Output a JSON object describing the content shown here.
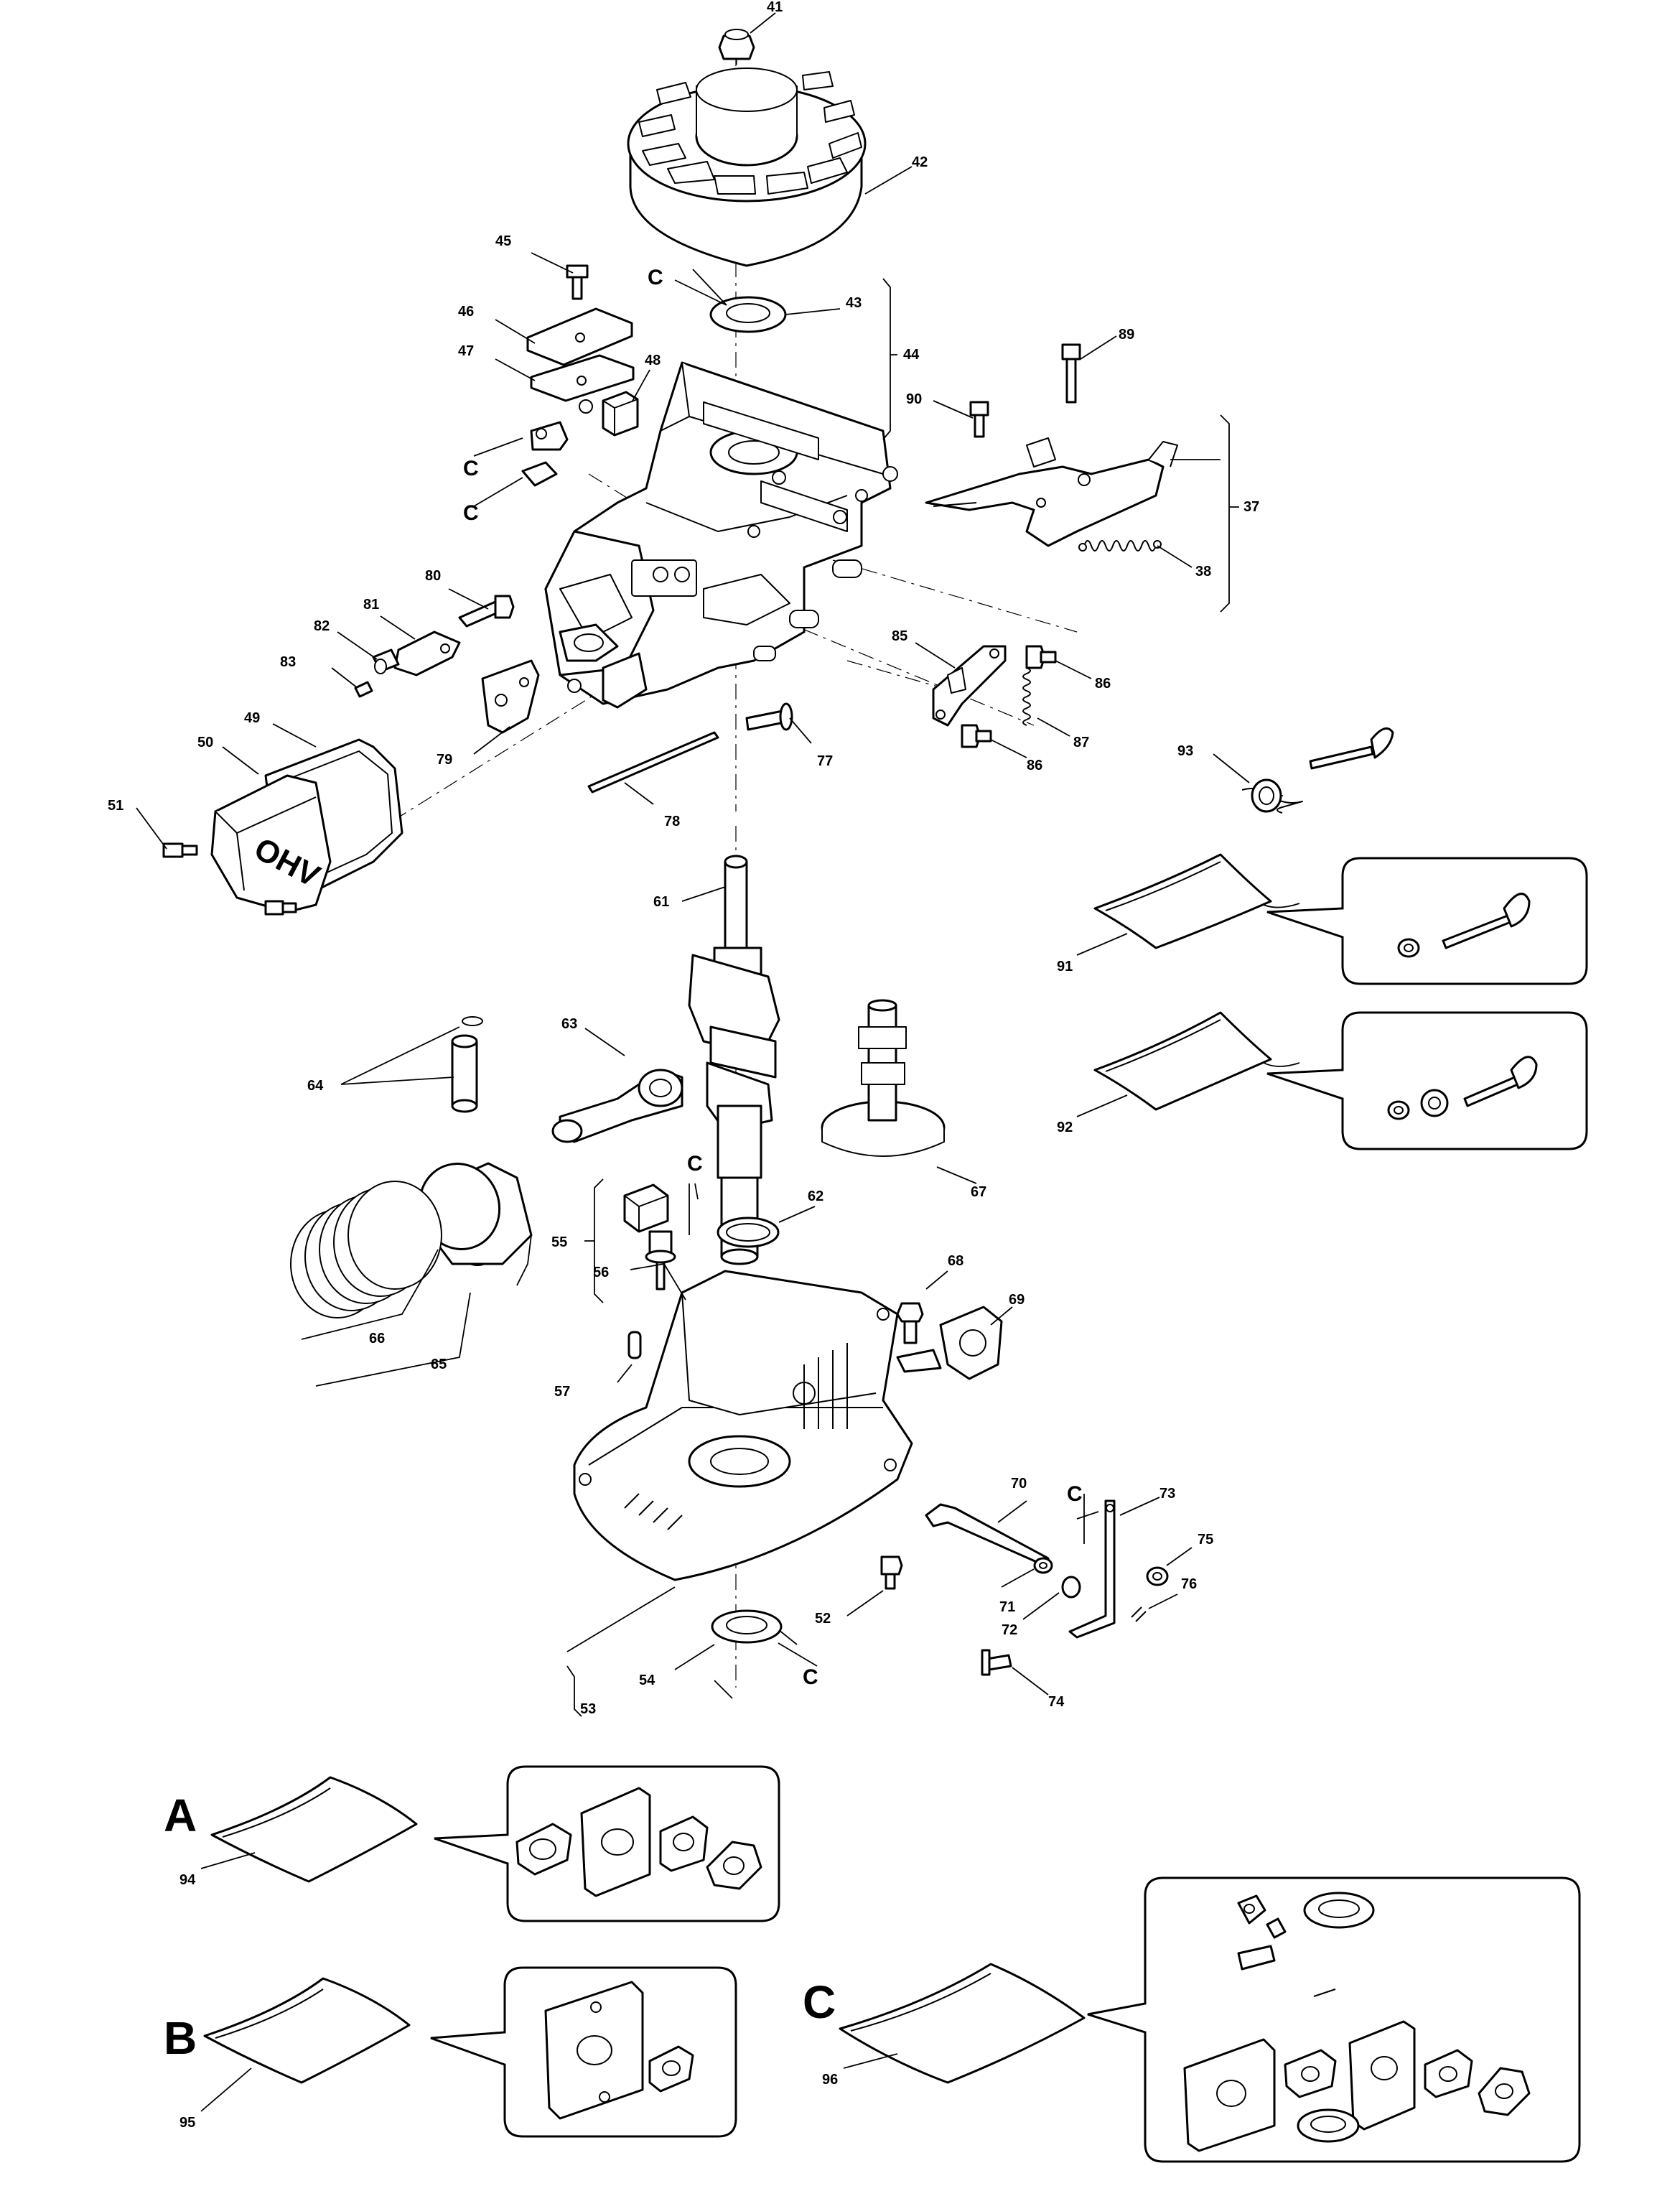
{
  "labels": [
    {
      "id": "41",
      "text": "41"
    },
    {
      "id": "42",
      "text": "42"
    },
    {
      "id": "45",
      "text": "45"
    },
    {
      "id": "43",
      "text": "43"
    },
    {
      "id": "44",
      "text": "44"
    },
    {
      "id": "46",
      "text": "46"
    },
    {
      "id": "47",
      "text": "47"
    },
    {
      "id": "48",
      "text": "48"
    },
    {
      "id": "89",
      "text": "89"
    },
    {
      "id": "90",
      "text": "90"
    },
    {
      "id": "37",
      "text": "37"
    },
    {
      "id": "38",
      "text": "38"
    },
    {
      "id": "80",
      "text": "80"
    },
    {
      "id": "81",
      "text": "81"
    },
    {
      "id": "82",
      "text": "82"
    },
    {
      "id": "83",
      "text": "83"
    },
    {
      "id": "85",
      "text": "85"
    },
    {
      "id": "86a",
      "text": "86"
    },
    {
      "id": "86b",
      "text": "86"
    },
    {
      "id": "87",
      "text": "87"
    },
    {
      "id": "49",
      "text": "49"
    },
    {
      "id": "50",
      "text": "50"
    },
    {
      "id": "51",
      "text": "51"
    },
    {
      "id": "79",
      "text": "79"
    },
    {
      "id": "77",
      "text": "77"
    },
    {
      "id": "78",
      "text": "78"
    },
    {
      "id": "93",
      "text": "93"
    },
    {
      "id": "61",
      "text": "61"
    },
    {
      "id": "91",
      "text": "91"
    },
    {
      "id": "92",
      "text": "92"
    },
    {
      "id": "64",
      "text": "64"
    },
    {
      "id": "63",
      "text": "63"
    },
    {
      "id": "67",
      "text": "67"
    },
    {
      "id": "62",
      "text": "62"
    },
    {
      "id": "55",
      "text": "55"
    },
    {
      "id": "56",
      "text": "56"
    },
    {
      "id": "68",
      "text": "68"
    },
    {
      "id": "69",
      "text": "69"
    },
    {
      "id": "66",
      "text": "66"
    },
    {
      "id": "65",
      "text": "65"
    },
    {
      "id": "57",
      "text": "57"
    },
    {
      "id": "70",
      "text": "70"
    },
    {
      "id": "73",
      "text": "73"
    },
    {
      "id": "75",
      "text": "75"
    },
    {
      "id": "76",
      "text": "76"
    },
    {
      "id": "71",
      "text": "71"
    },
    {
      "id": "72",
      "text": "72"
    },
    {
      "id": "52",
      "text": "52"
    },
    {
      "id": "54",
      "text": "54"
    },
    {
      "id": "53",
      "text": "53"
    },
    {
      "id": "74",
      "text": "74"
    },
    {
      "id": "94",
      "text": "94"
    },
    {
      "id": "95",
      "text": "95"
    },
    {
      "id": "96",
      "text": "96"
    }
  ],
  "kit_markers": [
    {
      "id": "c1",
      "text": "C"
    },
    {
      "id": "c2",
      "text": "C"
    },
    {
      "id": "c3",
      "text": "C"
    },
    {
      "id": "c4",
      "text": "C"
    },
    {
      "id": "c5",
      "text": "C"
    },
    {
      "id": "c6",
      "text": "C"
    }
  ],
  "kits": {
    "a": {
      "letter": "A"
    },
    "b": {
      "letter": "B"
    },
    "c": {
      "letter": "C"
    }
  },
  "valve_cover_text": "OHV"
}
